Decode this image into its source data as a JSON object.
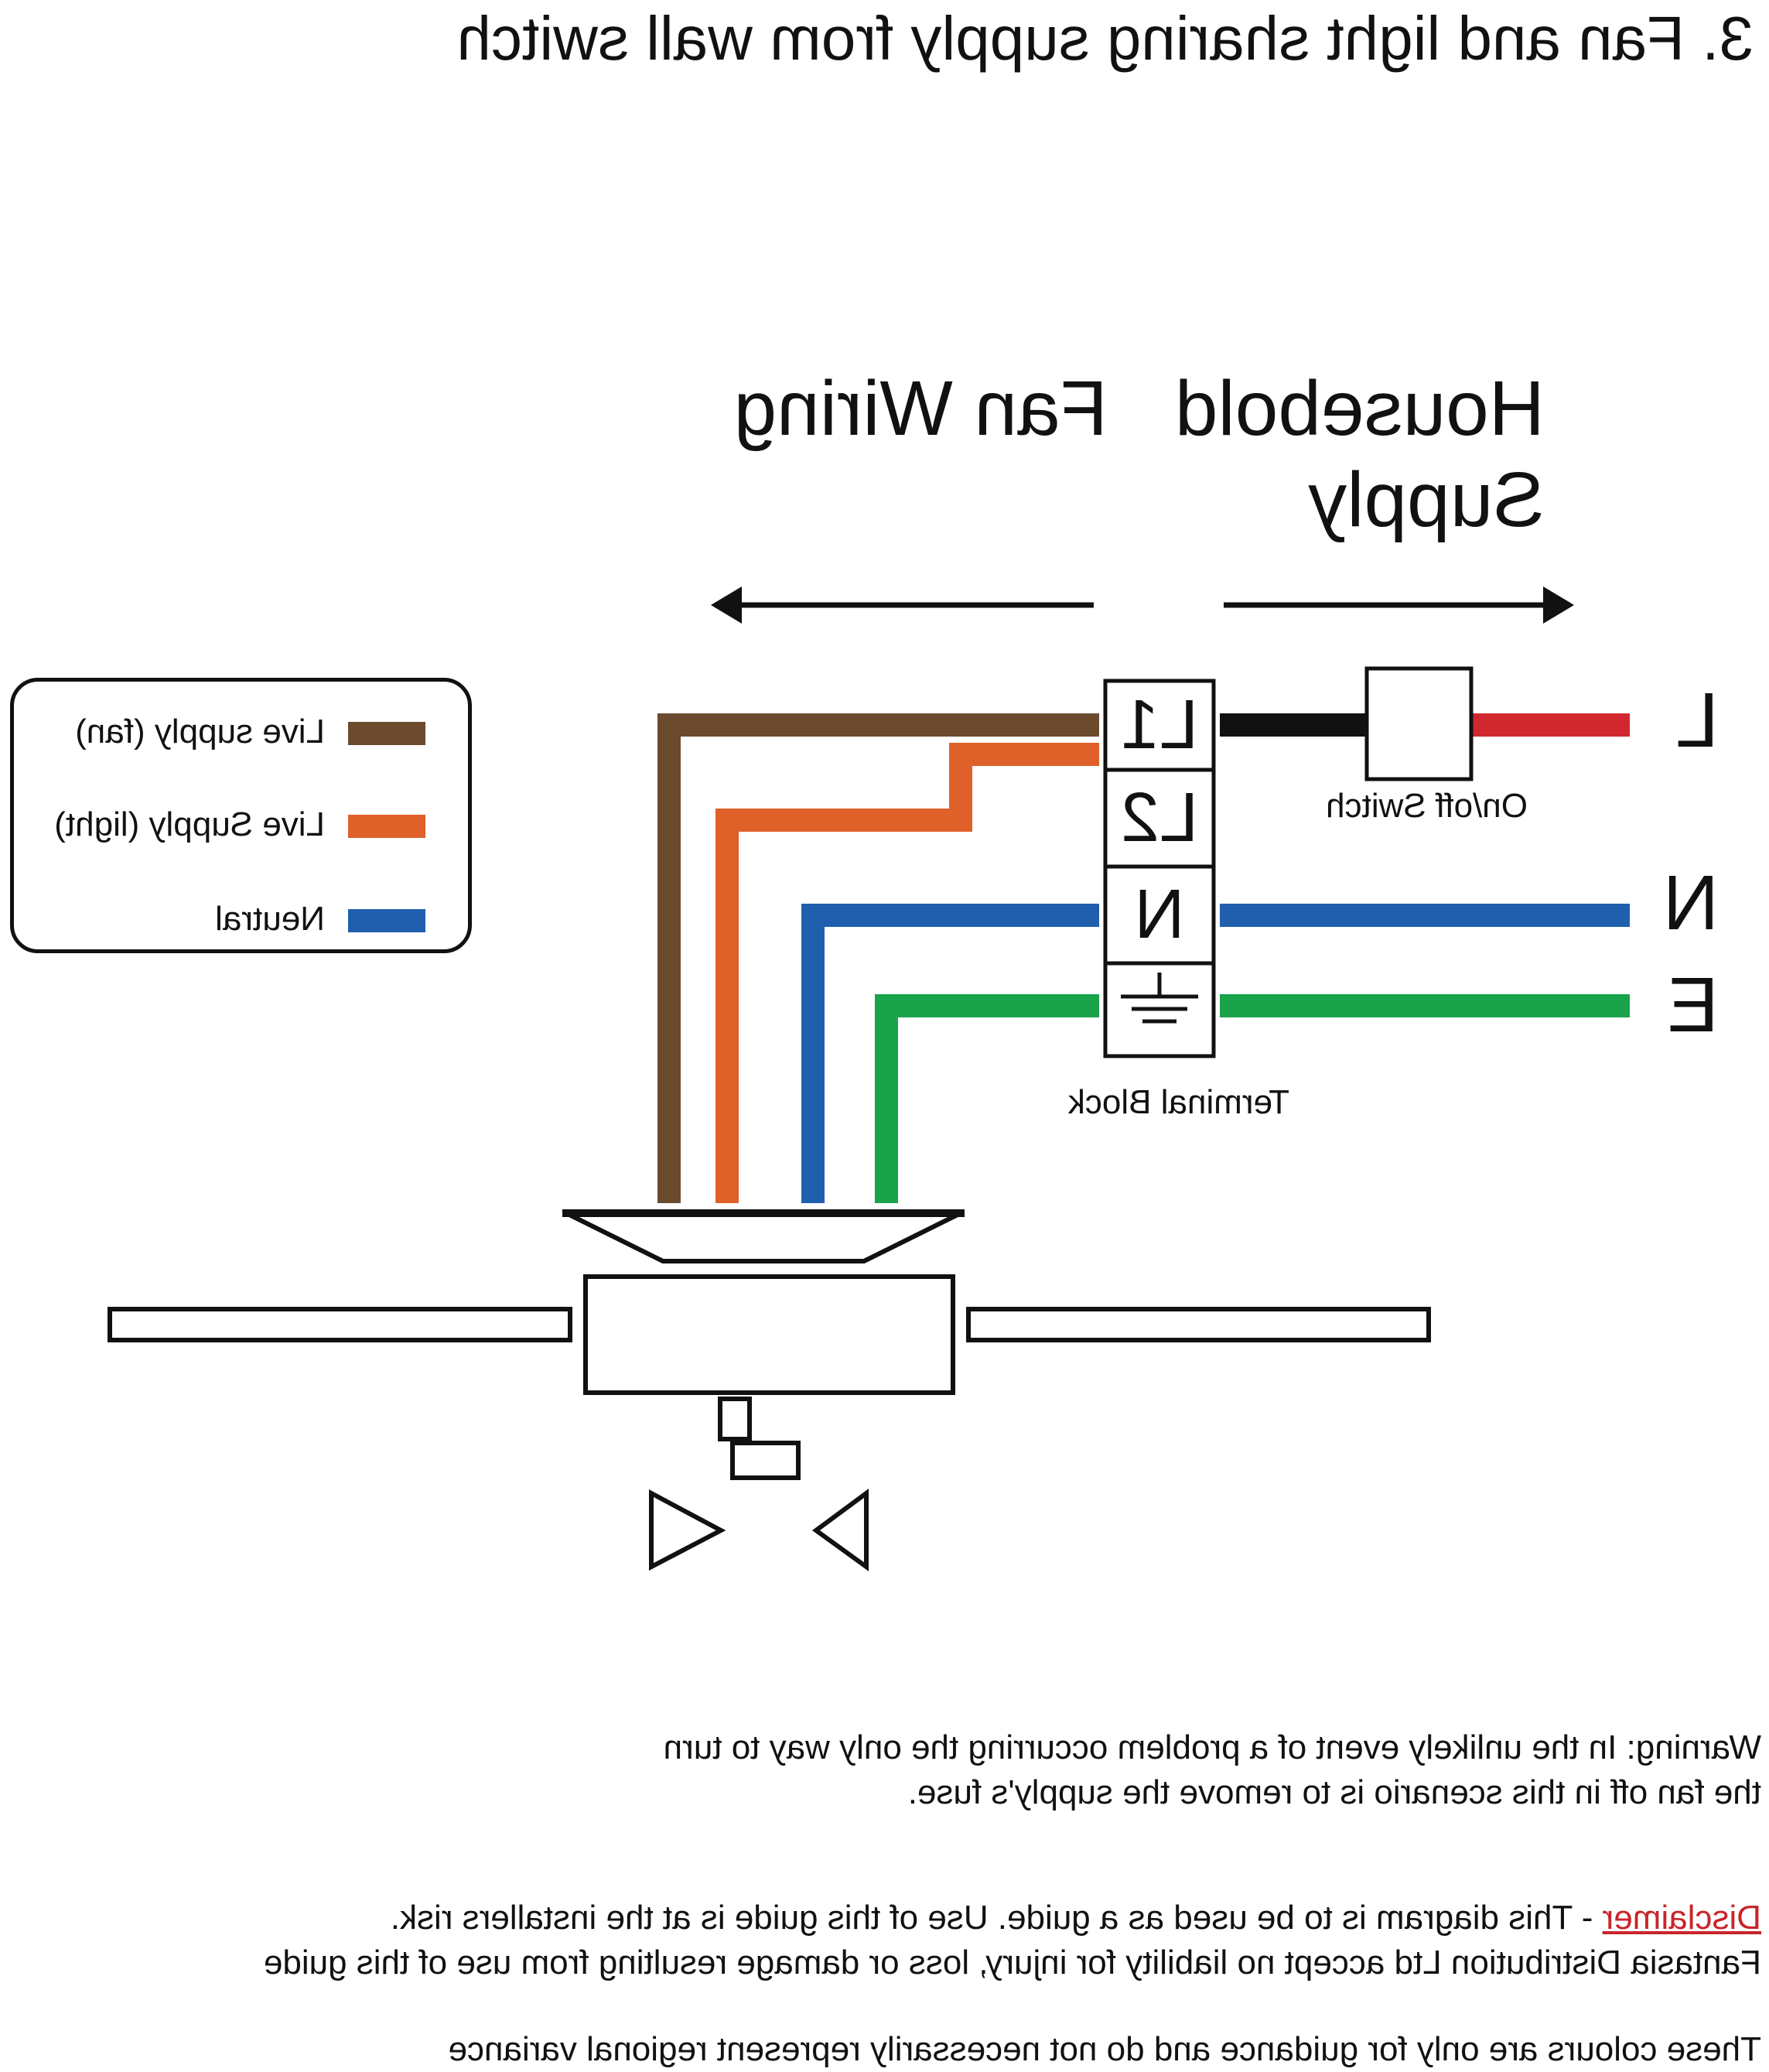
{
  "title": "3. Fan and light sharing supply from wall switch",
  "headers": {
    "fan_wiring": "Fan Wiring",
    "household_line1": "Housebold",
    "household_line2": "Supply"
  },
  "legend": {
    "items": [
      {
        "label": "Live supply (fan)",
        "color": "#6b4a2e"
      },
      {
        "label": "Live Supply (light)",
        "color": "#e0602a"
      },
      {
        "label": "Neutral",
        "color": "#1f5fae"
      }
    ]
  },
  "terminal_block": {
    "terminals": [
      "L1",
      "L2",
      "N"
    ],
    "earth_icon": "earth-ground-icon",
    "label": "Terminal Block"
  },
  "switch": {
    "label": "On/off Switch"
  },
  "supply_labels": {
    "live": "L",
    "neutral": "N",
    "earth": "E"
  },
  "wire_colors": {
    "fan_live": "#6b4a2e",
    "light_live": "#e0602a",
    "neutral": "#1f5fae",
    "earth": "#19a34a",
    "supply_live": "#d0282e",
    "switched_live": "#111111"
  },
  "notes": {
    "warning_line1": "Warning: In the unlikely event of a problem occurring the only way to turn",
    "warning_line2": "the fan off in this scenario is to remove the supply's fuse.",
    "disclaimer_key": "Disclaimer",
    "disclaimer_line1_rest": " - This diagram is to be used as a guide.  Use of this guide is at the installers risk.",
    "disclaimer_line2": "Fantasia Distribution Ltd accept no liability for injury, loss or damage resulting from use of this guide",
    "colour_note": "These colours are only for guidance and do not necessarily represent regional variance"
  }
}
